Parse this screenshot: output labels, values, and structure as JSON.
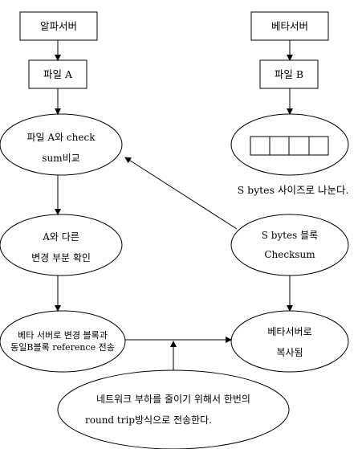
{
  "alpha": {
    "server": "알파서버",
    "file": "파일 A",
    "compare": [
      "파일 A와 check",
      "sum비교"
    ],
    "diff": [
      "A와 다른",
      "변경 부분 확인"
    ],
    "transfer": [
      "베타 서버로 변경 블록과",
      "동일B블록 reference 전송"
    ]
  },
  "beta": {
    "server": "베타서버",
    "file": "파일 B",
    "split_note": "S bytes 사이즈로 나눈다.",
    "checksum": [
      "S bytes 블록",
      "Checksum"
    ],
    "copy": [
      "베타서버로",
      "복사됨"
    ]
  },
  "note": [
    "네트워크 부하를 줄이기 위해서 한번의",
    "round trip방식으로 전송한다."
  ]
}
